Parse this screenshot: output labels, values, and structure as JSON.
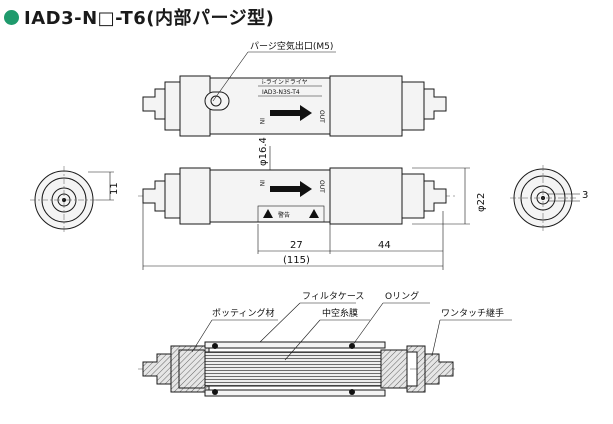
{
  "title": "IAD3-N□-T6(内部パージ型)",
  "callouts": {
    "purge_port": "パージ空気出口(M5)",
    "filter_case": "フィルタケース",
    "o_ring": "Oリング",
    "potting": "ポッティング材",
    "hollow_fiber": "中空糸膜",
    "one_touch": "ワンタッチ継手"
  },
  "label_plate": {
    "brand": "i-ラインドライヤ",
    "model": "IAD3-N3S-T4",
    "in": "IN",
    "out": "OUT",
    "warning": "警告"
  },
  "dimensions": {
    "dia_body": "φ16.4",
    "dia_end": "φ22",
    "left_len": "27",
    "right_len": "44",
    "total_len": "(115)",
    "side_height": "11",
    "end_offset": "3"
  },
  "colors": {
    "accent": "#1f9a6c"
  }
}
